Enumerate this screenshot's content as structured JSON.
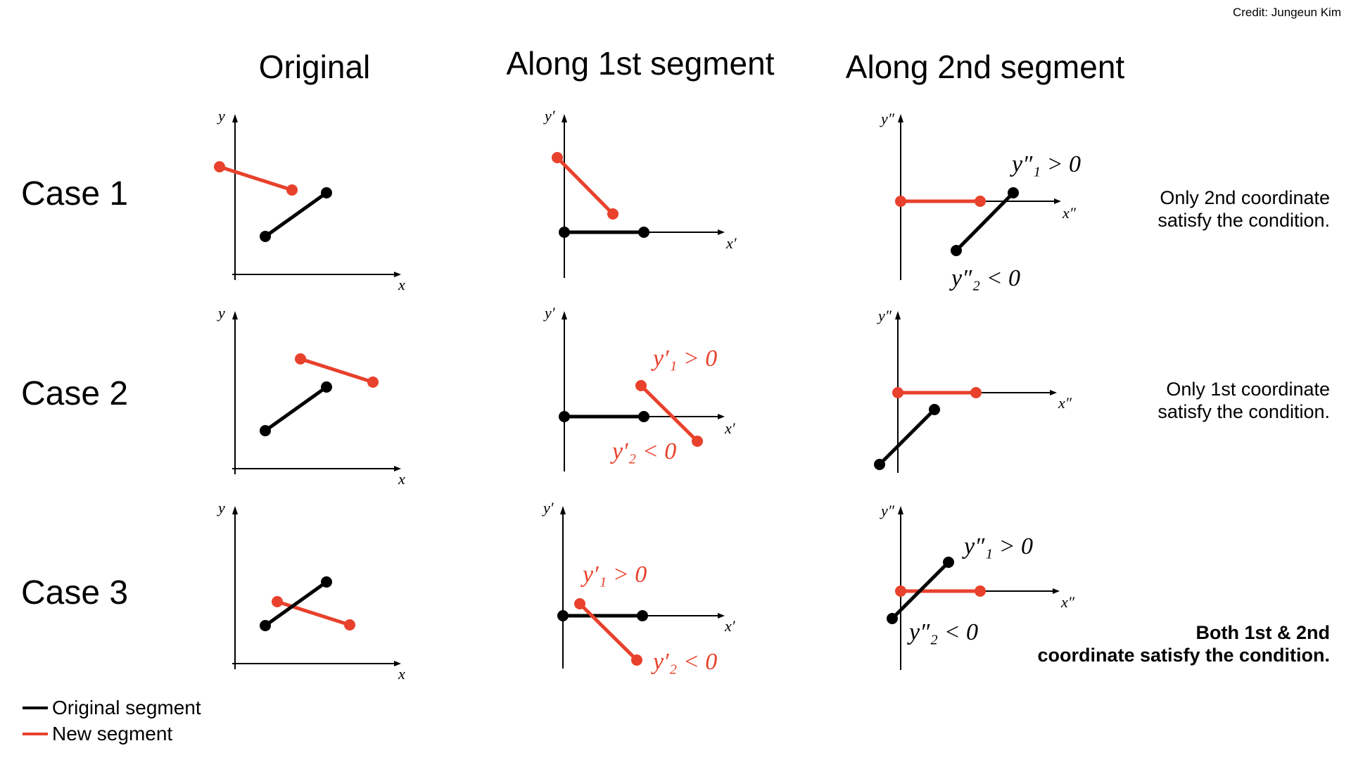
{
  "credit": "Credit: Jungeun Kim",
  "columns": [
    "Original",
    "Along 1st segment",
    "Along 2nd segment"
  ],
  "cases": [
    "Case 1",
    "Case 2",
    "Case 3"
  ],
  "notes": [
    [
      "Only 2nd coordinate",
      "satisfy the condition."
    ],
    [
      "Only 1st coordinate",
      "satisfy the condition."
    ],
    [
      "Both 1st & 2nd",
      "coordinate satisfy the condition."
    ]
  ],
  "axis_labels": {
    "original": {
      "x": "x",
      "y": "y"
    },
    "first": {
      "x": "x′",
      "y": "y′"
    },
    "second": {
      "x": "x″",
      "y": "y″"
    }
  },
  "annotations": {
    "c1_second_y1": "y″₁ > 0",
    "c1_second_y2": "y″₂ < 0",
    "c2_first_y1": "y′₁ > 0",
    "c2_first_y2": "y′₂ < 0",
    "c3_first_y1": "y′₁ > 0",
    "c3_first_y2": "y′₂ < 0",
    "c3_second_y1": "y″₁ > 0",
    "c3_second_y2": "y″₂ < 0"
  },
  "legend": [
    {
      "label": "Original segment",
      "color": "#000000"
    },
    {
      "label": "New segment",
      "color": "#e8412c"
    }
  ],
  "colors": {
    "original": "#000000",
    "new": "#e8412c"
  }
}
